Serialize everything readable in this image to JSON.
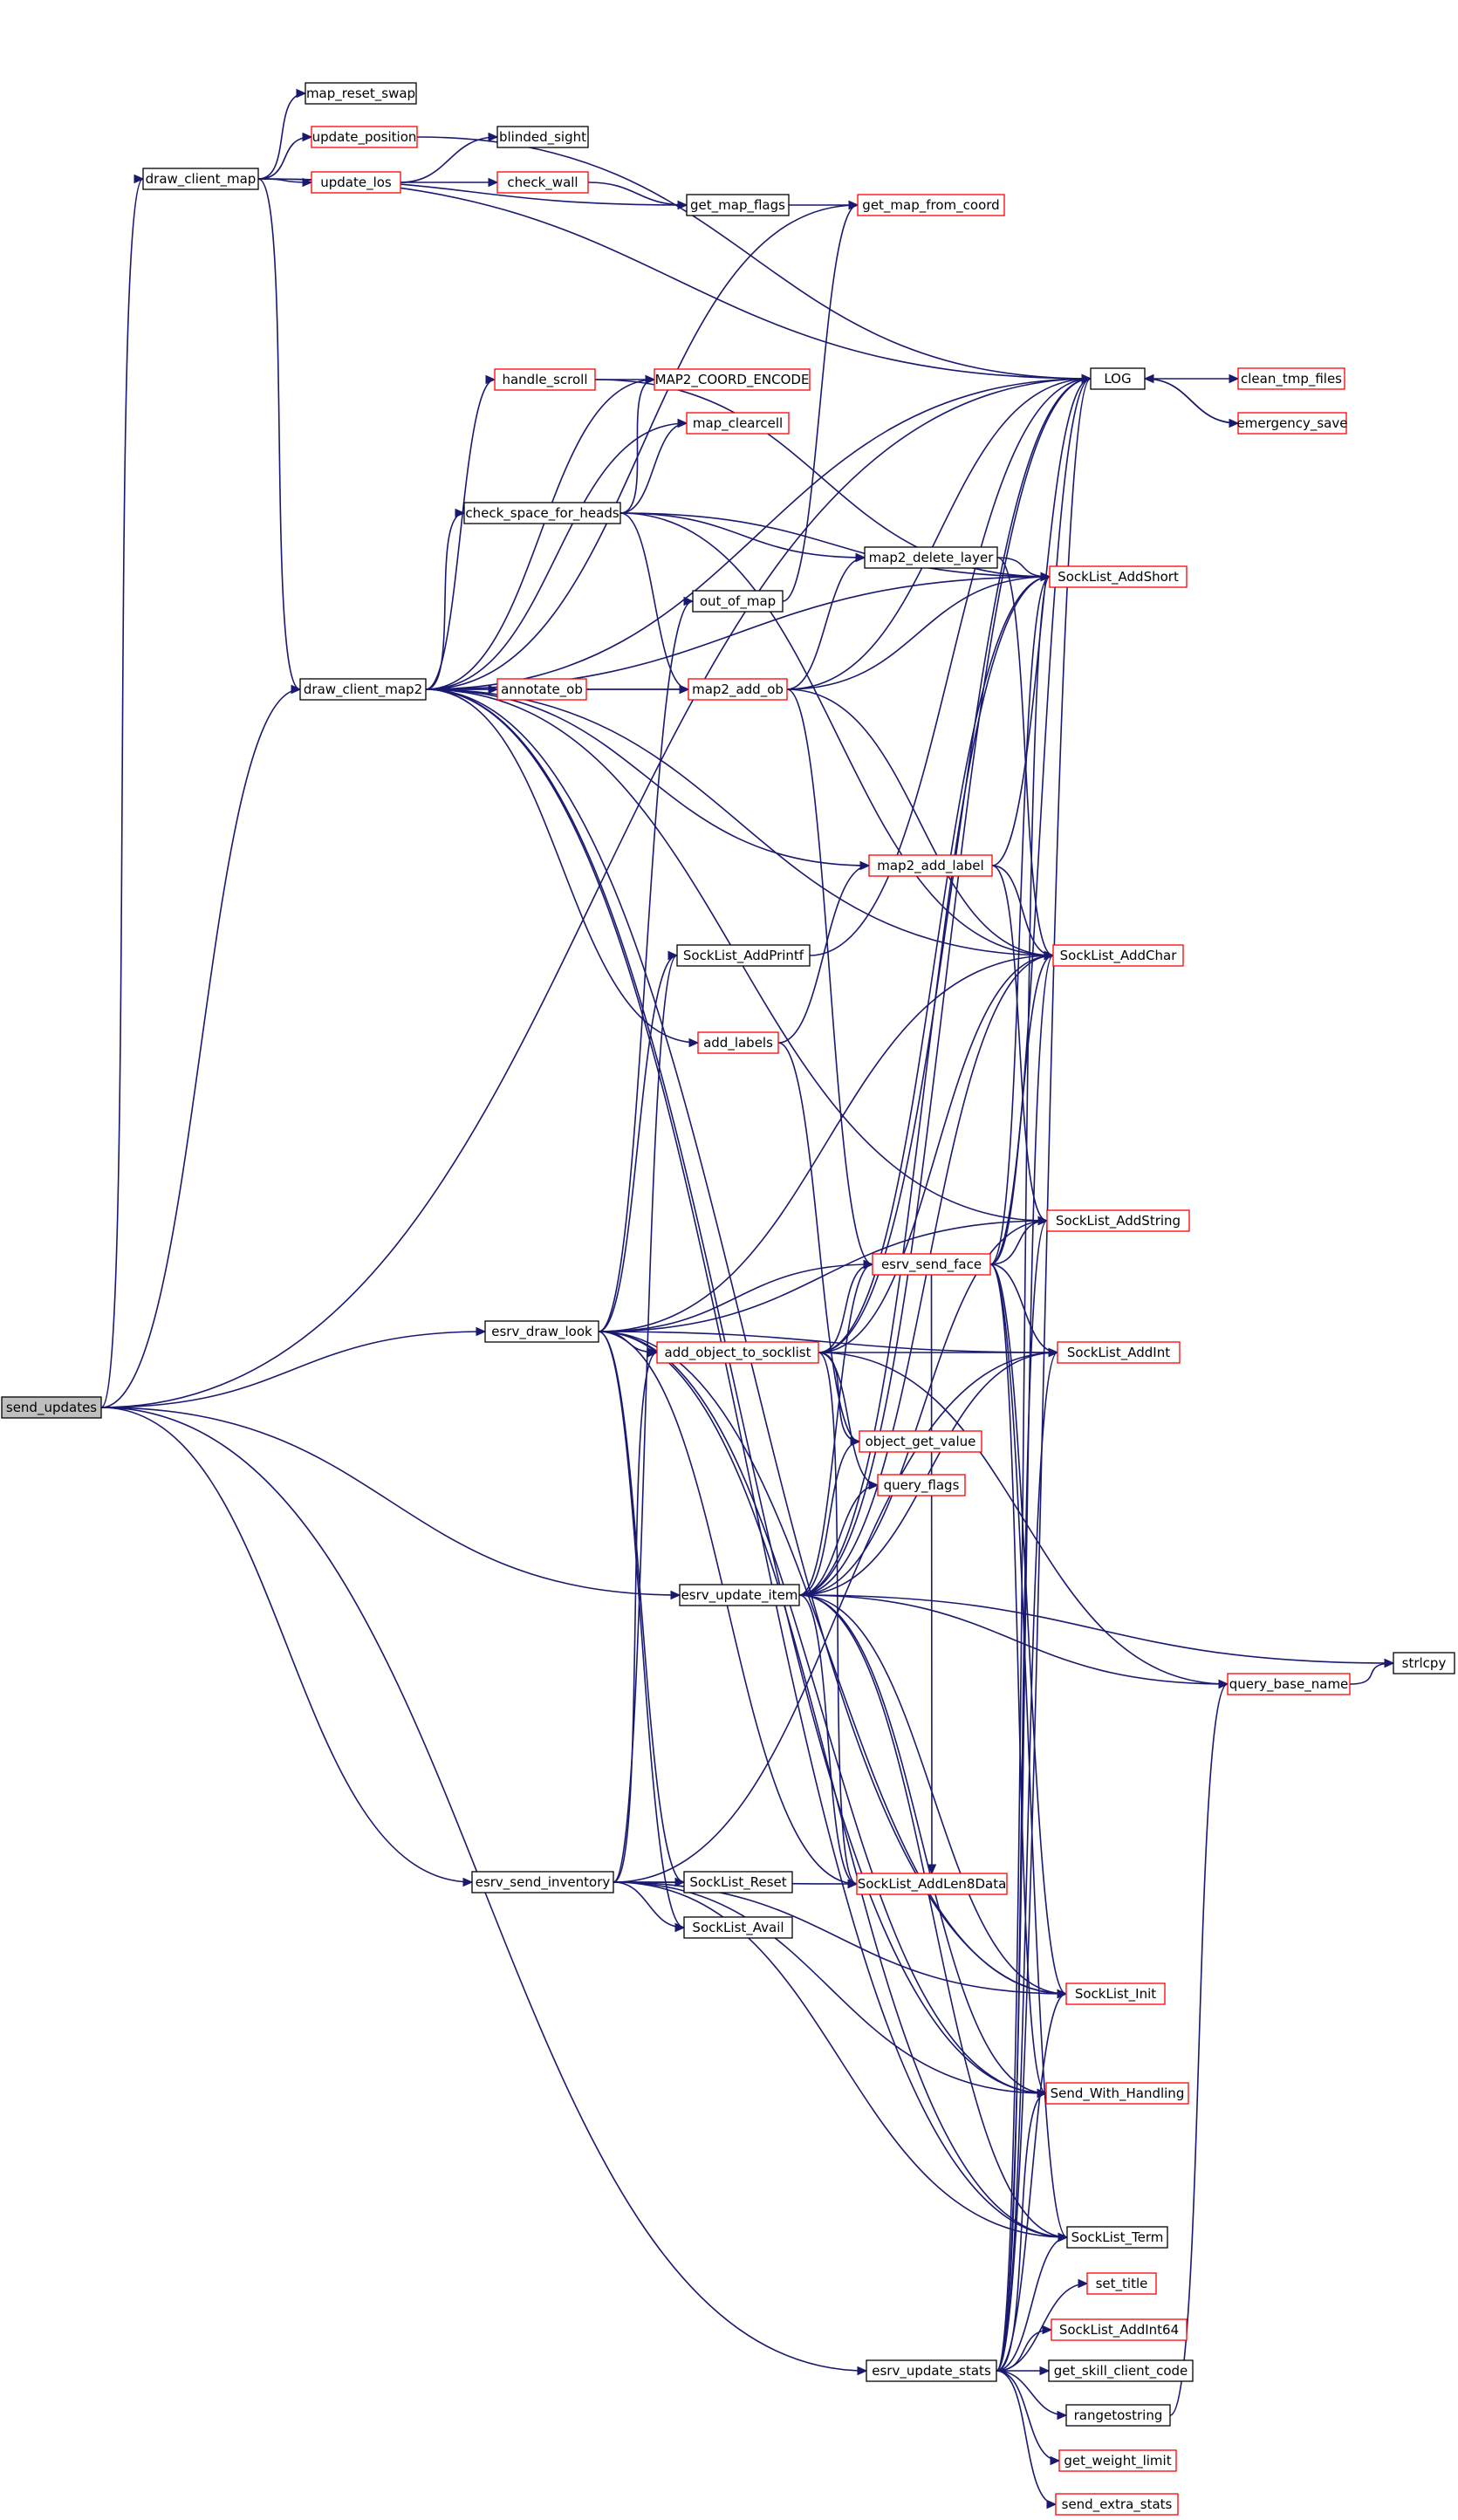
{
  "diagram": {
    "kind": "doxygen-call-graph",
    "colors": {
      "edge": "#191970",
      "border_documented": "#000000",
      "border_undocumented": "#ff0000",
      "root_fill": "#bfbfbf"
    },
    "root": "send_updates",
    "nodes": [
      {
        "id": "send_updates",
        "label": "send_updates",
        "border": "black",
        "root": true
      },
      {
        "id": "draw_client_map",
        "label": "draw_client_map",
        "border": "black"
      },
      {
        "id": "map_reset_swap",
        "label": "map_reset_swap",
        "border": "black"
      },
      {
        "id": "update_position",
        "label": "update_position",
        "border": "red"
      },
      {
        "id": "blinded_sight",
        "label": "blinded_sight",
        "border": "black"
      },
      {
        "id": "update_los",
        "label": "update_los",
        "border": "red"
      },
      {
        "id": "check_wall",
        "label": "check_wall",
        "border": "red"
      },
      {
        "id": "get_map_flags",
        "label": "get_map_flags",
        "border": "black"
      },
      {
        "id": "get_map_from_coord",
        "label": "get_map_from_coord",
        "border": "red"
      },
      {
        "id": "LOG",
        "label": "LOG",
        "border": "black"
      },
      {
        "id": "clean_tmp_files",
        "label": "clean_tmp_files",
        "border": "red"
      },
      {
        "id": "emergency_save",
        "label": "emergency_save",
        "border": "red"
      },
      {
        "id": "handle_scroll",
        "label": "handle_scroll",
        "border": "red"
      },
      {
        "id": "MAP2_COORD_ENCODE",
        "label": "MAP2_COORD_ENCODE",
        "border": "red"
      },
      {
        "id": "map_clearcell",
        "label": "map_clearcell",
        "border": "red"
      },
      {
        "id": "check_space_for_heads",
        "label": "check_space_for_heads",
        "border": "black"
      },
      {
        "id": "map2_delete_layer",
        "label": "map2_delete_layer",
        "border": "black"
      },
      {
        "id": "SockList_AddShort",
        "label": "SockList_AddShort",
        "border": "red"
      },
      {
        "id": "out_of_map",
        "label": "out_of_map",
        "border": "black"
      },
      {
        "id": "draw_client_map2",
        "label": "draw_client_map2",
        "border": "black"
      },
      {
        "id": "annotate_ob",
        "label": "annotate_ob",
        "border": "red"
      },
      {
        "id": "map2_add_ob",
        "label": "map2_add_ob",
        "border": "red"
      },
      {
        "id": "map2_add_label",
        "label": "map2_add_label",
        "border": "red"
      },
      {
        "id": "SockList_AddPrintf",
        "label": "SockList_AddPrintf",
        "border": "black"
      },
      {
        "id": "SockList_AddChar",
        "label": "SockList_AddChar",
        "border": "red"
      },
      {
        "id": "add_labels",
        "label": "add_labels",
        "border": "red"
      },
      {
        "id": "SockList_AddString",
        "label": "SockList_AddString",
        "border": "red"
      },
      {
        "id": "esrv_send_face",
        "label": "esrv_send_face",
        "border": "red"
      },
      {
        "id": "esrv_draw_look",
        "label": "esrv_draw_look",
        "border": "black"
      },
      {
        "id": "add_object_to_socklist",
        "label": "add_object_to_socklist",
        "border": "red"
      },
      {
        "id": "SockList_AddInt",
        "label": "SockList_AddInt",
        "border": "red"
      },
      {
        "id": "object_get_value",
        "label": "object_get_value",
        "border": "red"
      },
      {
        "id": "query_flags",
        "label": "query_flags",
        "border": "red"
      },
      {
        "id": "esrv_update_item",
        "label": "esrv_update_item",
        "border": "black"
      },
      {
        "id": "strlcpy",
        "label": "strlcpy",
        "border": "black"
      },
      {
        "id": "query_base_name",
        "label": "query_base_name",
        "border": "red"
      },
      {
        "id": "esrv_send_inventory",
        "label": "esrv_send_inventory",
        "border": "black"
      },
      {
        "id": "SockList_Reset",
        "label": "SockList_Reset",
        "border": "black"
      },
      {
        "id": "SockList_AddLen8Data",
        "label": "SockList_AddLen8Data",
        "border": "red"
      },
      {
        "id": "SockList_Avail",
        "label": "SockList_Avail",
        "border": "black"
      },
      {
        "id": "SockList_Init",
        "label": "SockList_Init",
        "border": "red"
      },
      {
        "id": "Send_With_Handling",
        "label": "Send_With_Handling",
        "border": "red"
      },
      {
        "id": "SockList_Term",
        "label": "SockList_Term",
        "border": "black"
      },
      {
        "id": "set_title",
        "label": "set_title",
        "border": "red"
      },
      {
        "id": "SockList_AddInt64",
        "label": "SockList_AddInt64",
        "border": "red"
      },
      {
        "id": "esrv_update_stats",
        "label": "esrv_update_stats",
        "border": "black"
      },
      {
        "id": "get_skill_client_code",
        "label": "get_skill_client_code",
        "border": "black"
      },
      {
        "id": "rangetostring",
        "label": "rangetostring",
        "border": "black"
      },
      {
        "id": "get_weight_limit",
        "label": "get_weight_limit",
        "border": "red"
      },
      {
        "id": "send_extra_stats",
        "label": "send_extra_stats",
        "border": "red"
      }
    ],
    "edges": [
      [
        "send_updates",
        "draw_client_map"
      ],
      [
        "send_updates",
        "LOG"
      ],
      [
        "send_updates",
        "draw_client_map2"
      ],
      [
        "send_updates",
        "esrv_draw_look"
      ],
      [
        "send_updates",
        "esrv_update_item"
      ],
      [
        "send_updates",
        "esrv_send_inventory"
      ],
      [
        "send_updates",
        "esrv_update_stats"
      ],
      [
        "draw_client_map",
        "map_reset_swap"
      ],
      [
        "draw_client_map",
        "update_position"
      ],
      [
        "draw_client_map",
        "update_los"
      ],
      [
        "draw_client_map",
        "get_map_flags"
      ],
      [
        "draw_client_map",
        "LOG"
      ],
      [
        "draw_client_map",
        "draw_client_map2"
      ],
      [
        "update_position",
        "LOG"
      ],
      [
        "update_los",
        "blinded_sight"
      ],
      [
        "update_los",
        "check_wall"
      ],
      [
        "check_wall",
        "get_map_flags"
      ],
      [
        "get_map_flags",
        "get_map_from_coord"
      ],
      [
        "LOG",
        "clean_tmp_files"
      ],
      [
        "LOG",
        "emergency_save"
      ],
      [
        "emergency_save",
        "LOG"
      ],
      [
        "draw_client_map2",
        "get_map_from_coord"
      ],
      [
        "draw_client_map2",
        "LOG"
      ],
      [
        "draw_client_map2",
        "handle_scroll"
      ],
      [
        "draw_client_map2",
        "MAP2_COORD_ENCODE"
      ],
      [
        "draw_client_map2",
        "map_clearcell"
      ],
      [
        "draw_client_map2",
        "check_space_for_heads"
      ],
      [
        "draw_client_map2",
        "annotate_ob"
      ],
      [
        "draw_client_map2",
        "map2_add_ob"
      ],
      [
        "draw_client_map2",
        "SockList_AddShort"
      ],
      [
        "draw_client_map2",
        "map2_add_label"
      ],
      [
        "draw_client_map2",
        "SockList_AddChar"
      ],
      [
        "draw_client_map2",
        "add_labels"
      ],
      [
        "draw_client_map2",
        "SockList_AddString"
      ],
      [
        "draw_client_map2",
        "SockList_Init"
      ],
      [
        "draw_client_map2",
        "Send_With_Handling"
      ],
      [
        "draw_client_map2",
        "SockList_Term"
      ],
      [
        "handle_scroll",
        "MAP2_COORD_ENCODE"
      ],
      [
        "handle_scroll",
        "SockList_AddShort"
      ],
      [
        "check_space_for_heads",
        "MAP2_COORD_ENCODE"
      ],
      [
        "check_space_for_heads",
        "map_clearcell"
      ],
      [
        "check_space_for_heads",
        "map2_delete_layer"
      ],
      [
        "check_space_for_heads",
        "SockList_AddShort"
      ],
      [
        "check_space_for_heads",
        "map2_add_ob"
      ],
      [
        "check_space_for_heads",
        "SockList_AddChar"
      ],
      [
        "annotate_ob",
        "map2_add_ob"
      ],
      [
        "map2_add_ob",
        "LOG"
      ],
      [
        "map2_add_ob",
        "map2_delete_layer"
      ],
      [
        "map2_add_ob",
        "SockList_AddShort"
      ],
      [
        "map2_add_ob",
        "SockList_AddChar"
      ],
      [
        "map2_add_ob",
        "esrv_send_face"
      ],
      [
        "map2_delete_layer",
        "SockList_AddShort"
      ],
      [
        "map2_delete_layer",
        "SockList_AddChar"
      ],
      [
        "out_of_map",
        "get_map_from_coord"
      ],
      [
        "map2_add_label",
        "LOG"
      ],
      [
        "map2_add_label",
        "SockList_AddChar"
      ],
      [
        "map2_add_label",
        "SockList_AddString"
      ],
      [
        "add_labels",
        "map2_add_label"
      ],
      [
        "add_labels",
        "object_get_value"
      ],
      [
        "SockList_AddPrintf",
        "LOG"
      ],
      [
        "esrv_send_face",
        "LOG"
      ],
      [
        "esrv_send_face",
        "SockList_AddShort"
      ],
      [
        "esrv_send_face",
        "SockList_AddString"
      ],
      [
        "esrv_send_face",
        "SockList_AddInt"
      ],
      [
        "esrv_send_face",
        "SockList_Init"
      ],
      [
        "esrv_send_face",
        "Send_With_Handling"
      ],
      [
        "esrv_send_face",
        "SockList_Term"
      ],
      [
        "esrv_send_face",
        "SockList_AddLen8Data"
      ],
      [
        "esrv_send_face",
        "SockList_AddChar"
      ],
      [
        "esrv_draw_look",
        "out_of_map"
      ],
      [
        "esrv_draw_look",
        "SockList_AddPrintf"
      ],
      [
        "esrv_draw_look",
        "SockList_AddChar"
      ],
      [
        "esrv_draw_look",
        "SockList_AddString"
      ],
      [
        "esrv_draw_look",
        "esrv_send_face"
      ],
      [
        "esrv_draw_look",
        "add_object_to_socklist"
      ],
      [
        "esrv_draw_look",
        "SockList_AddInt"
      ],
      [
        "esrv_draw_look",
        "SockList_AddLen8Data"
      ],
      [
        "esrv_draw_look",
        "SockList_Reset"
      ],
      [
        "esrv_draw_look",
        "SockList_Avail"
      ],
      [
        "esrv_draw_look",
        "SockList_Init"
      ],
      [
        "esrv_draw_look",
        "Send_With_Handling"
      ],
      [
        "esrv_draw_look",
        "SockList_Term"
      ],
      [
        "add_object_to_socklist",
        "esrv_send_face"
      ],
      [
        "add_object_to_socklist",
        "SockList_AddInt"
      ],
      [
        "add_object_to_socklist",
        "object_get_value"
      ],
      [
        "add_object_to_socklist",
        "query_flags"
      ],
      [
        "add_object_to_socklist",
        "query_base_name"
      ],
      [
        "add_object_to_socklist",
        "SockList_AddLen8Data"
      ],
      [
        "add_object_to_socklist",
        "SockList_AddShort"
      ],
      [
        "add_object_to_socklist",
        "SockList_AddChar"
      ],
      [
        "add_object_to_socklist",
        "LOG"
      ],
      [
        "esrv_update_item",
        "esrv_send_face"
      ],
      [
        "esrv_update_item",
        "object_get_value"
      ],
      [
        "esrv_update_item",
        "query_flags"
      ],
      [
        "esrv_update_item",
        "SockList_AddInt"
      ],
      [
        "esrv_update_item",
        "SockList_AddString"
      ],
      [
        "esrv_update_item",
        "SockList_AddChar"
      ],
      [
        "esrv_update_item",
        "SockList_AddShort"
      ],
      [
        "esrv_update_item",
        "strlcpy"
      ],
      [
        "esrv_update_item",
        "query_base_name"
      ],
      [
        "esrv_update_item",
        "SockList_AddLen8Data"
      ],
      [
        "esrv_update_item",
        "SockList_Init"
      ],
      [
        "esrv_update_item",
        "Send_With_Handling"
      ],
      [
        "esrv_update_item",
        "SockList_Term"
      ],
      [
        "esrv_update_item",
        "LOG"
      ],
      [
        "query_base_name",
        "strlcpy"
      ],
      [
        "esrv_send_inventory",
        "SockList_Reset"
      ],
      [
        "esrv_send_inventory",
        "SockList_Avail"
      ],
      [
        "esrv_send_inventory",
        "add_object_to_socklist"
      ],
      [
        "esrv_send_inventory",
        "SockList_AddPrintf"
      ],
      [
        "esrv_send_inventory",
        "SockList_AddLen8Data"
      ],
      [
        "esrv_send_inventory",
        "SockList_AddInt"
      ],
      [
        "esrv_send_inventory",
        "SockList_Init"
      ],
      [
        "esrv_send_inventory",
        "Send_With_Handling"
      ],
      [
        "esrv_send_inventory",
        "SockList_Term"
      ],
      [
        "esrv_update_stats",
        "LOG"
      ],
      [
        "esrv_update_stats",
        "SockList_AddShort"
      ],
      [
        "esrv_update_stats",
        "SockList_AddChar"
      ],
      [
        "esrv_update_stats",
        "SockList_AddString"
      ],
      [
        "esrv_update_stats",
        "SockList_AddInt"
      ],
      [
        "esrv_update_stats",
        "SockList_Init"
      ],
      [
        "esrv_update_stats",
        "Send_With_Handling"
      ],
      [
        "esrv_update_stats",
        "SockList_Term"
      ],
      [
        "esrv_update_stats",
        "set_title"
      ],
      [
        "esrv_update_stats",
        "SockList_AddInt64"
      ],
      [
        "esrv_update_stats",
        "get_skill_client_code"
      ],
      [
        "esrv_update_stats",
        "rangetostring"
      ],
      [
        "esrv_update_stats",
        "get_weight_limit"
      ],
      [
        "esrv_update_stats",
        "send_extra_stats"
      ],
      [
        "rangetostring",
        "query_base_name"
      ]
    ]
  }
}
